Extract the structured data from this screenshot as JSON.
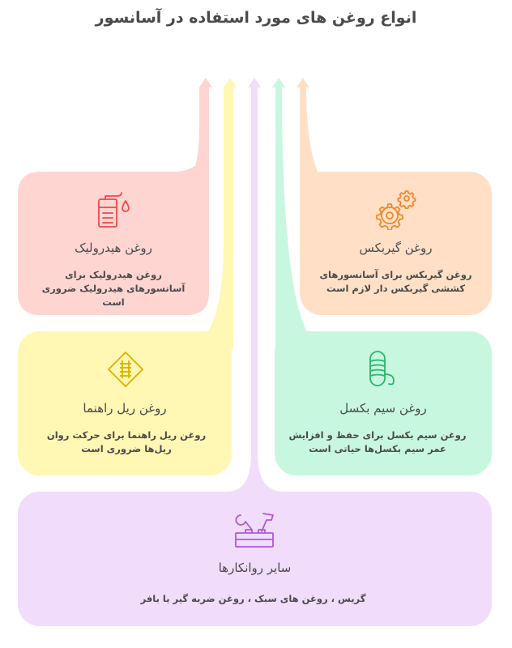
{
  "title": "انواع روغن های مورد استفاده در آسانسور",
  "cards": {
    "hydraulic": {
      "title": "روغن هیدرولیک",
      "desc": "روغن هیدرولیک برای آسانسورهای هیدرولیک ضروری است",
      "icon": "oil-can-drop-icon",
      "color": "#ffd5d2",
      "icon_color": "#ea4b4b"
    },
    "gearbox": {
      "title": "روغن گیربکس",
      "desc": "روغن گیربکس برای آسانسورهای کششی گیربکس دار لازم است",
      "icon": "gears-icon",
      "color": "#ffe0c7",
      "icon_color": "#f08a2a"
    },
    "rail": {
      "title": "روغن ریل راهنما",
      "desc": "روغن ریل راهنما برای حرکت روان ریل‌ها ضروری است",
      "icon": "rail-track-sign-icon",
      "color": "#fff7b3",
      "icon_color": "#d9b100"
    },
    "cable": {
      "title": "روغن سیم بکسل",
      "desc": "روغن سیم بکسل برای حفظ و افزایش عمر سیم بکسل‌ها حیاتی است",
      "icon": "rope-coil-icon",
      "color": "#c8f7df",
      "icon_color": "#2bb56a"
    },
    "other": {
      "title": "سایر روانکارها",
      "desc": "گریس ، روغن های سبک ، روغن ضربه گیر یا بافر",
      "icon": "tools-toolbox-icon",
      "color": "#f1dcfb",
      "icon_color": "#b05ad6"
    }
  }
}
